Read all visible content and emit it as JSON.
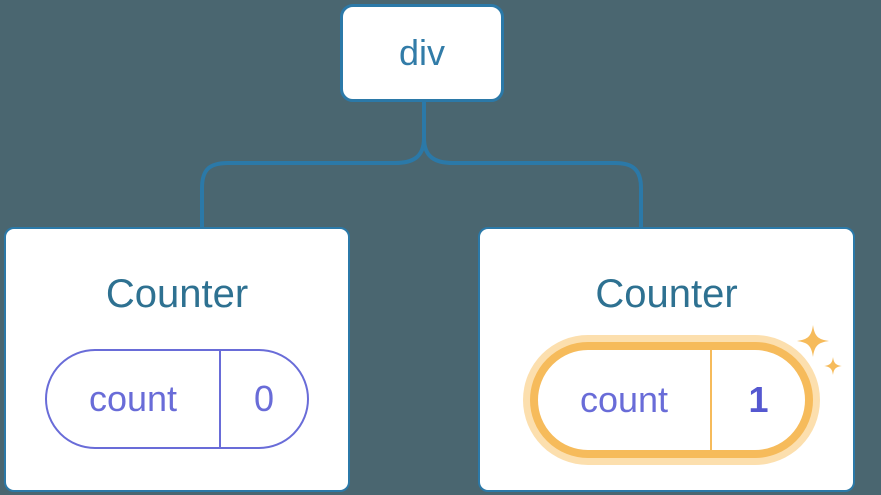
{
  "diagram": {
    "description": "React component tree diagram: root div element with two Counter children holding separate state",
    "root": {
      "label": "div"
    },
    "children": [
      {
        "title": "Counter",
        "state": {
          "key": "count",
          "value": "0"
        },
        "highlighted": false
      },
      {
        "title": "Counter",
        "state": {
          "key": "count",
          "value": "1"
        },
        "highlighted": true
      }
    ],
    "colors": {
      "background": "#4A6670",
      "connector_blue": "#2B79A8",
      "card_border_blue": "#2B79A8",
      "card_background": "#FFFFFF",
      "root_label_blue": "#327CA8",
      "title_blue": "#2E7191",
      "state_purple": "#696CD8",
      "state_value_bold_purple": "#5558D0",
      "highlight_orange": "#F6BB5B",
      "highlight_halo_peach": "#FCDFAE"
    },
    "icons": [
      {
        "name": "sparkle-icon-large",
        "meaning": "state updated highlight"
      },
      {
        "name": "sparkle-icon-small",
        "meaning": "state updated highlight"
      }
    ]
  }
}
